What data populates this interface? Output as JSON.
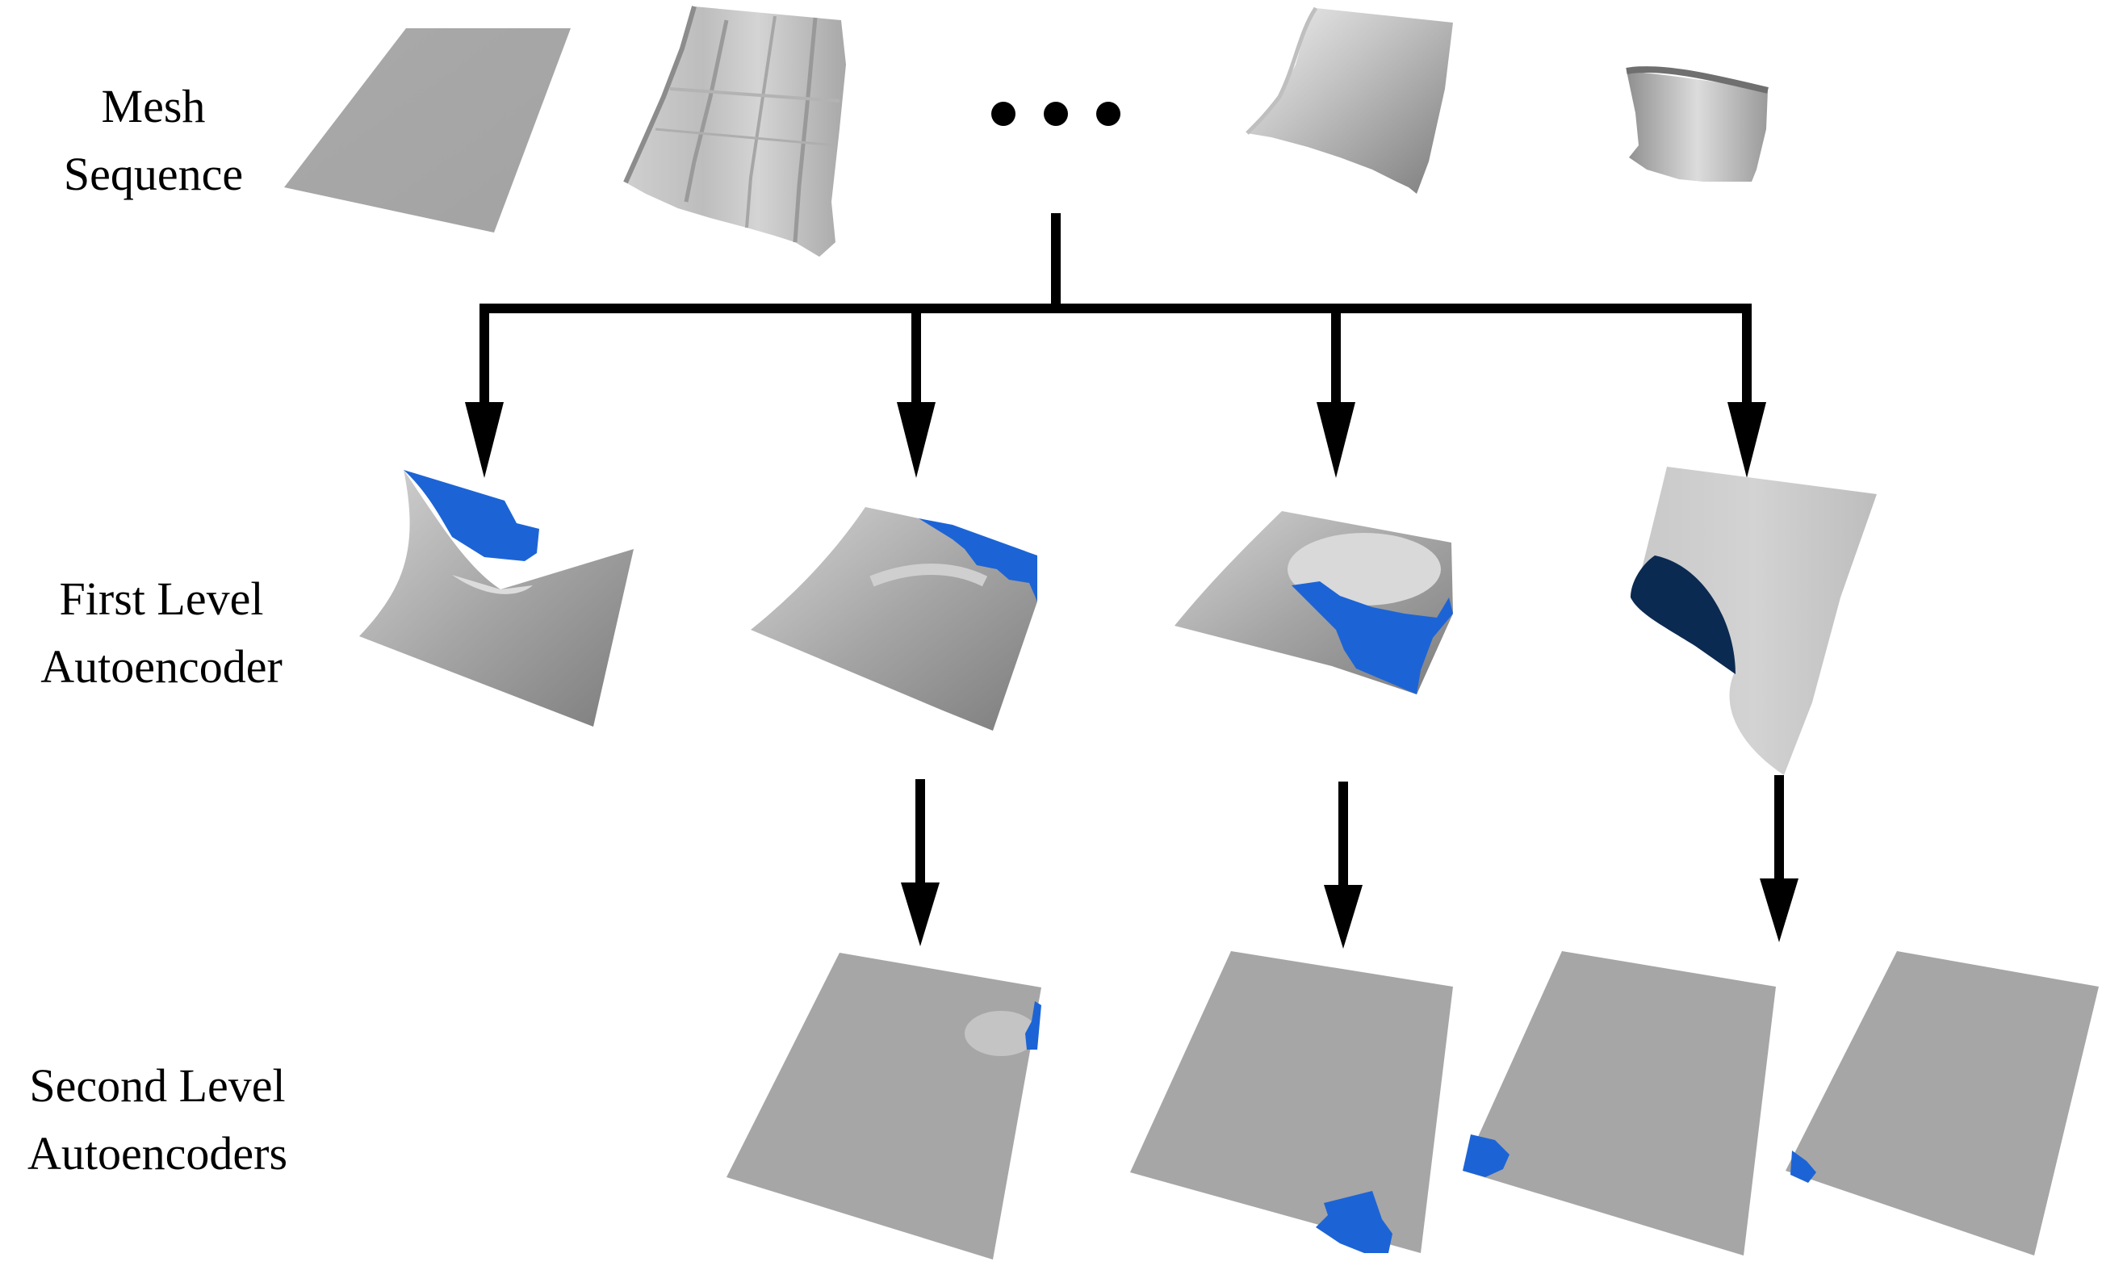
{
  "rows": {
    "mesh_sequence": {
      "label_line1": "Mesh",
      "label_line2": "Sequence"
    },
    "first_level": {
      "label_line1": "First Level",
      "label_line2": "Autoencoder"
    },
    "second_level": {
      "label_line1": "Second Level",
      "label_line2": "Autoencoders"
    }
  },
  "colors": {
    "mesh_gray": "#a6a6a6",
    "mesh_light": "#d9d9d9",
    "mesh_dark": "#7a7a7a",
    "highlight_blue": "#1c64d6",
    "highlight_navy": "#0b2a52",
    "arrow": "#000000"
  }
}
